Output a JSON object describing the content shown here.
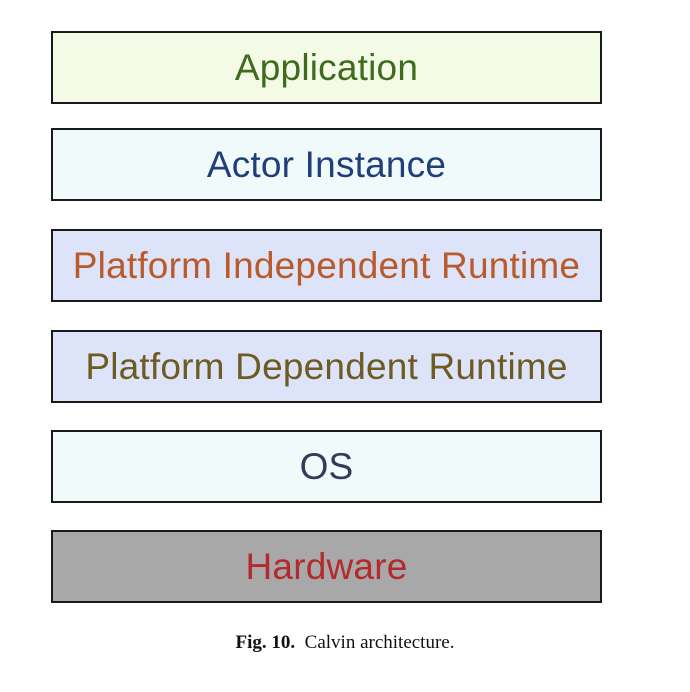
{
  "layers": [
    {
      "label": "Application",
      "fill": "#f3fae6",
      "text_color": "#3f6b1c"
    },
    {
      "label": "Actor Instance",
      "fill": "#f1fafb",
      "text_color": "#1f3f7a"
    },
    {
      "label": "Platform Independent Runtime",
      "fill": "#dde3f8",
      "text_color": "#b85a2a"
    },
    {
      "label": "Platform Dependent Runtime",
      "fill": "#dde3f8",
      "text_color": "#6e5b22"
    },
    {
      "label": "OS",
      "fill": "#f1fafb",
      "text_color": "#333b5a"
    },
    {
      "label": "Hardware",
      "fill": "#a8a8a8",
      "text_color": "#b32a2e"
    }
  ],
  "caption": {
    "figure_label": "Fig. 10.",
    "text": "Calvin architecture."
  }
}
